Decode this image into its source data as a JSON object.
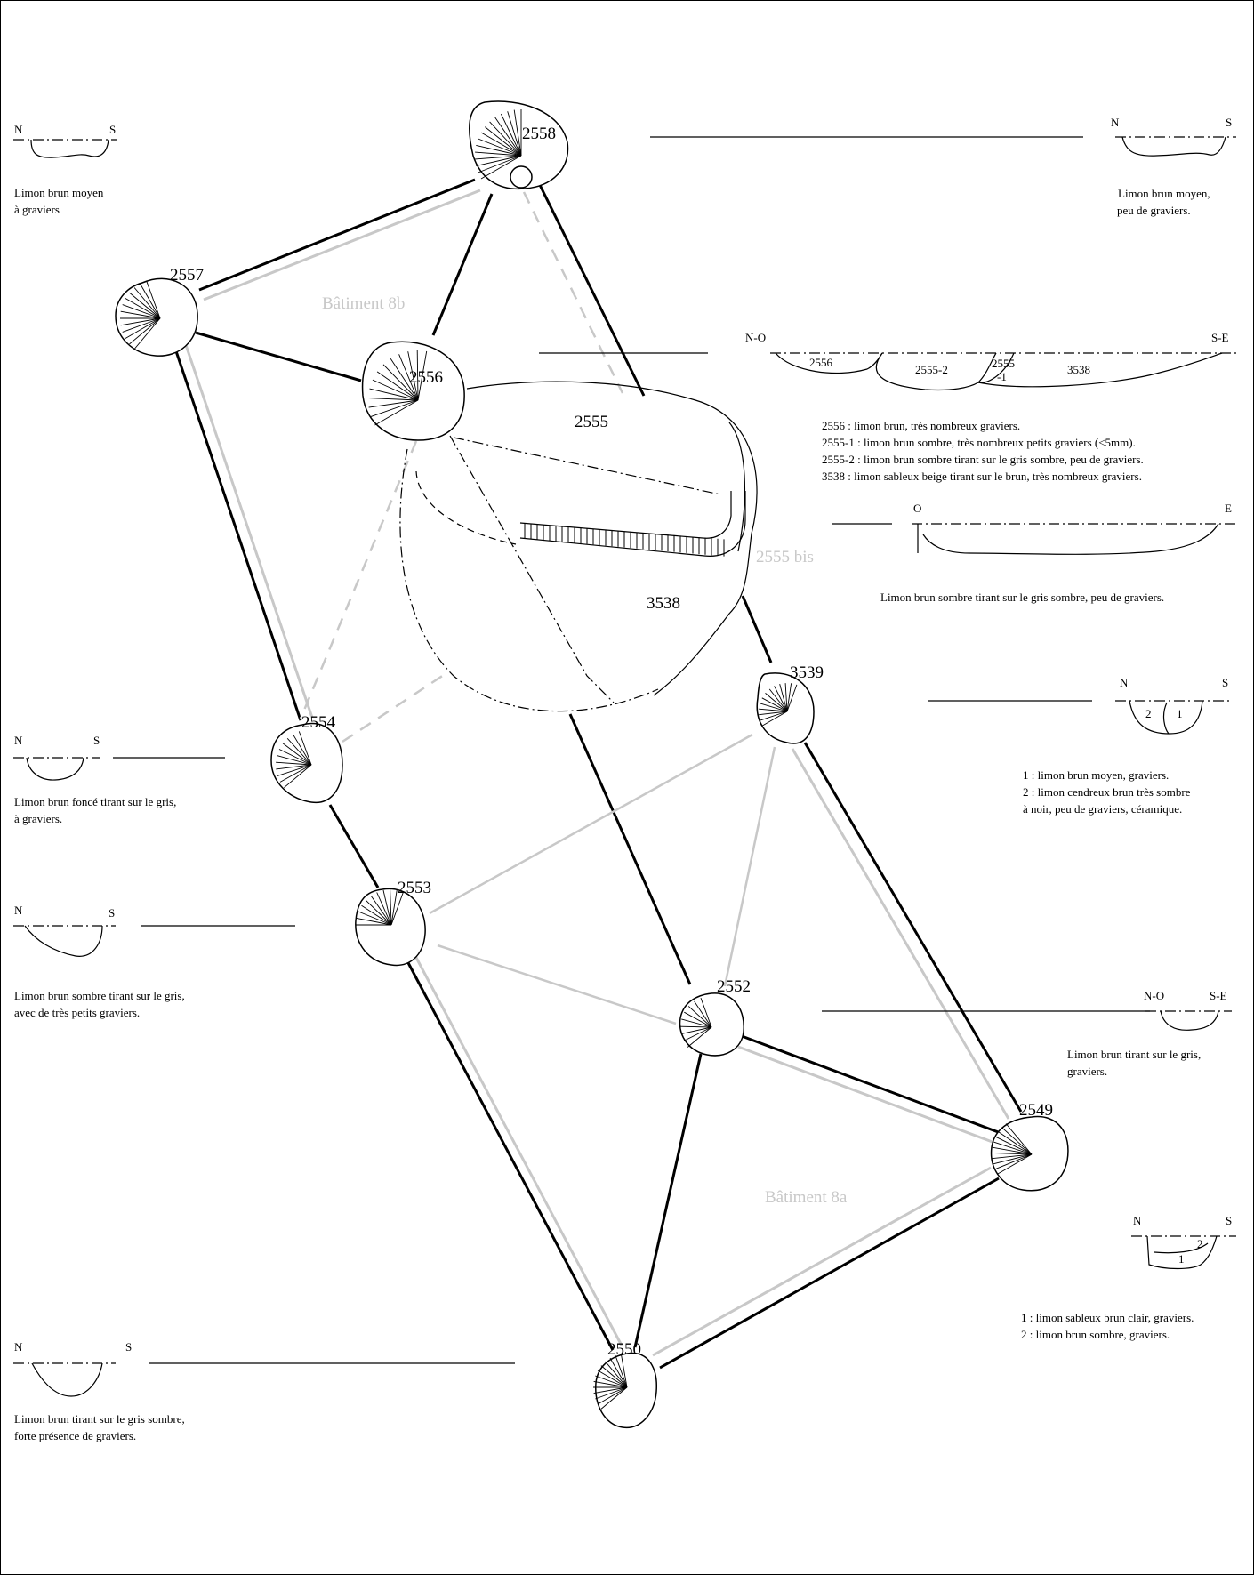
{
  "features": {
    "f2558": "2558",
    "f2557": "2557",
    "f2556": "2556",
    "f2555": "2555",
    "f3538": "3538",
    "f2555bis": "2555 bis",
    "f3539": "3539",
    "f2554": "2554",
    "f2553": "2553",
    "f2552": "2552",
    "f2549": "2549",
    "f2550": "2550"
  },
  "buildings": {
    "b8b": "Bâtiment 8b",
    "b8a": "Bâtiment 8a"
  },
  "sections": {
    "s2557": {
      "a": "N",
      "b": "S",
      "desc": [
        "Limon brun moyen",
        "à graviers"
      ]
    },
    "s2558": {
      "a": "N",
      "b": "S",
      "desc": [
        "Limon brun moyen,",
        "peu de graviers."
      ]
    },
    "s2555": {
      "a": "N-O",
      "b": "S-E",
      "layers": [
        "2556",
        "2555-2",
        "2555",
        "-1",
        "3538"
      ],
      "desc": [
        "2556 : limon brun, très nombreux graviers.",
        "2555-1 : limon brun sombre, très nombreux petits graviers (<5mm).",
        "2555-2 : limon brun sombre tirant sur le gris sombre, peu de graviers.",
        "3538 : limon sableux beige tirant sur le brun, très nombreux graviers."
      ]
    },
    "sbis": {
      "a": "O",
      "b": "E",
      "desc": [
        "Limon brun sombre tirant sur le gris sombre, peu de graviers."
      ]
    },
    "s3539": {
      "a": "N",
      "b": "S",
      "layers": [
        "2",
        "1"
      ],
      "desc": [
        "1 : limon brun moyen, graviers.",
        "2 : limon cendreux brun très sombre",
        "à noir, peu de graviers, céramique."
      ]
    },
    "s2554": {
      "a": "N",
      "b": "S",
      "desc": [
        "Limon brun foncé tirant sur le gris,",
        "à graviers."
      ]
    },
    "s2553": {
      "a": "N",
      "b": "S",
      "desc": [
        "Limon brun sombre tirant sur le gris,",
        "avec de très petits graviers."
      ]
    },
    "s2552": {
      "a": "N-O",
      "b": "S-E",
      "desc": [
        "Limon brun tirant sur le gris,",
        "graviers."
      ]
    },
    "s2549": {
      "a": "N",
      "b": "S",
      "layers": [
        "2",
        "1"
      ],
      "desc": [
        "1 : limon sableux brun clair, graviers.",
        "2 : limon brun sombre, graviers."
      ]
    },
    "s2550": {
      "a": "N",
      "b": "S",
      "desc": [
        "Limon brun tirant sur le gris sombre,",
        "forte présence de graviers."
      ]
    }
  }
}
